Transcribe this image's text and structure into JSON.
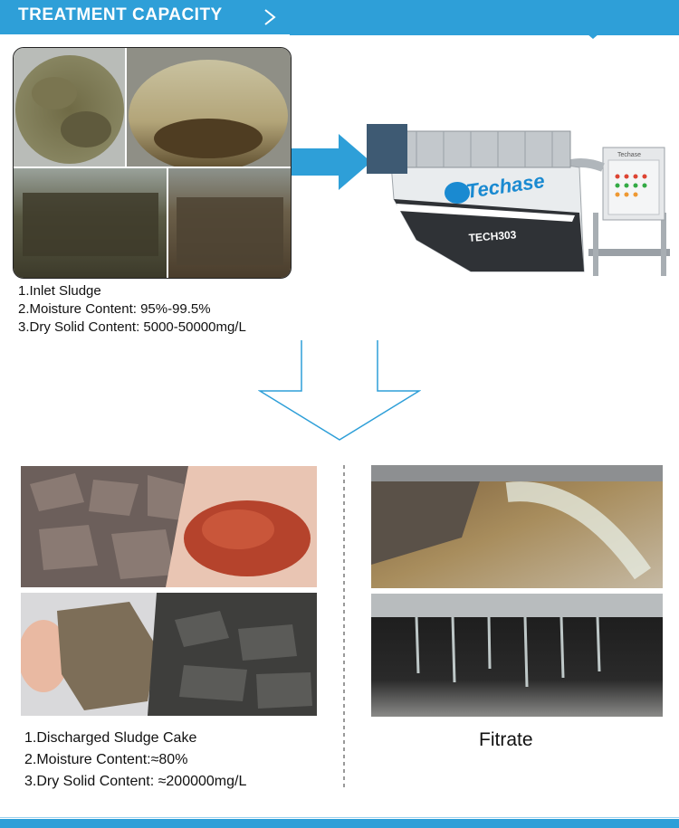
{
  "header": {
    "title": "TREATMENT CAPACITY",
    "chevron_icon": "chevron-right-icon",
    "color": "#2e9fd8"
  },
  "inlet": {
    "lines": [
      "1.Inlet Sludge",
      "2.Moisture Content: 95%-99.5%",
      "3.Dry Solid Content: 5000-50000mg/L"
    ]
  },
  "machine": {
    "brand": "Techase",
    "model": "TECH303"
  },
  "cake": {
    "lines": [
      "1.Discharged Sludge Cake",
      "2.Moisture Content:≈80%",
      "3.Dry Solid Content: ≈200000mg/L"
    ]
  },
  "filtrate": {
    "label": "Fitrate"
  }
}
